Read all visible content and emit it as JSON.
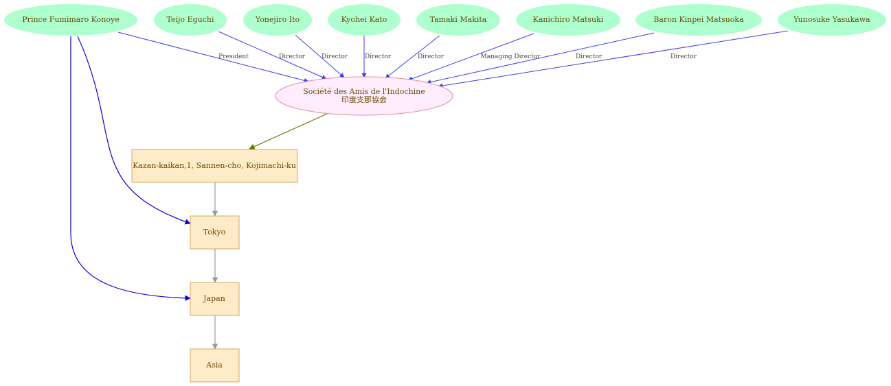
{
  "colors": {
    "person_fill": "#adffcd",
    "org_fill": "#ffecfd",
    "org_stroke": "#d98f9e",
    "place_fill": "#ffebc8",
    "place_stroke": "#d6a661",
    "text": "#6b4a00",
    "role_edge": "#3d3dea",
    "address_edge": "#6b7200",
    "location_edge": "#999999",
    "konoye_edge": "#0a00d6"
  },
  "people": [
    {
      "id": "konoye",
      "name": "Prince Fumimaro Konoye",
      "role": "President"
    },
    {
      "id": "eguchi",
      "name": "Teijo Eguchi",
      "role": "Director"
    },
    {
      "id": "ito",
      "name": "Yonejiro Ito",
      "role": "Director"
    },
    {
      "id": "kato",
      "name": "Kyohei Kato",
      "role": "Director"
    },
    {
      "id": "makita",
      "name": "Tamaki Makita",
      "role": "Director"
    },
    {
      "id": "matsuki",
      "name": "Kanichiro Matsuki",
      "role": "Managing Director"
    },
    {
      "id": "matsuoka",
      "name": "Baron Kinpei Matsuoka",
      "role": "Director"
    },
    {
      "id": "yasukawa",
      "name": "Yunosuke Yasukawa",
      "role": "Director"
    }
  ],
  "organization": {
    "name": "Société des Amis de l'Indochine",
    "name_jp": "印度支那協会"
  },
  "places": [
    {
      "id": "address",
      "label": "Kazan-kaikan,1, Sannen-cho, Kojimachi-ku"
    },
    {
      "id": "tokyo",
      "label": "Tokyo"
    },
    {
      "id": "japan",
      "label": "Japan"
    },
    {
      "id": "asia",
      "label": "Asia"
    }
  ]
}
